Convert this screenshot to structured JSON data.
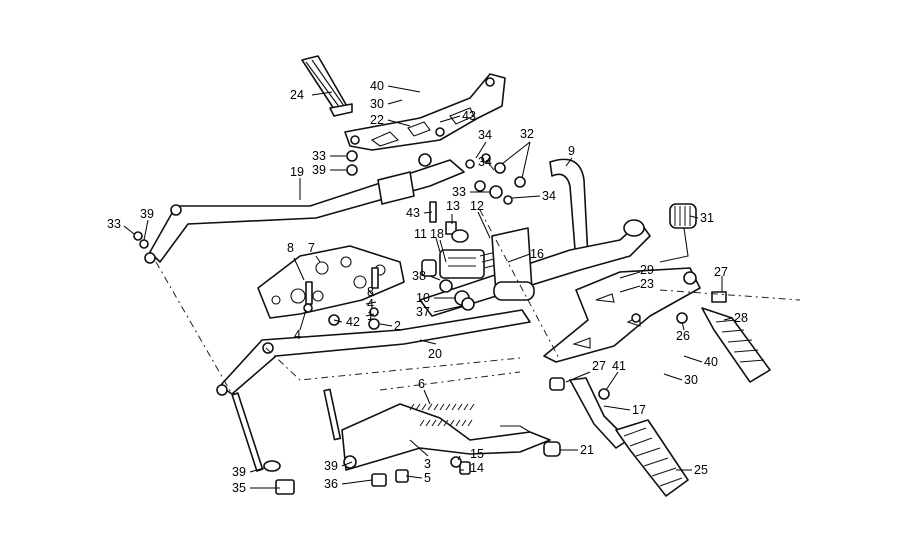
{
  "callouts": [
    "24",
    "40",
    "30",
    "22",
    "43",
    "34",
    "32",
    "9",
    "33",
    "39",
    "19",
    "33",
    "34",
    "33",
    "39",
    "43",
    "13",
    "12",
    "31",
    "8",
    "7",
    "11",
    "18",
    "16",
    "27",
    "38",
    "29",
    "23",
    "28",
    "8",
    "4",
    "10",
    "37",
    "26",
    "4",
    "1",
    "42",
    "2",
    "20",
    "40",
    "27",
    "41",
    "30",
    "6",
    "17",
    "39",
    "3",
    "15",
    "21",
    "25",
    "39",
    "36",
    "5",
    "14",
    "35",
    "34"
  ]
}
